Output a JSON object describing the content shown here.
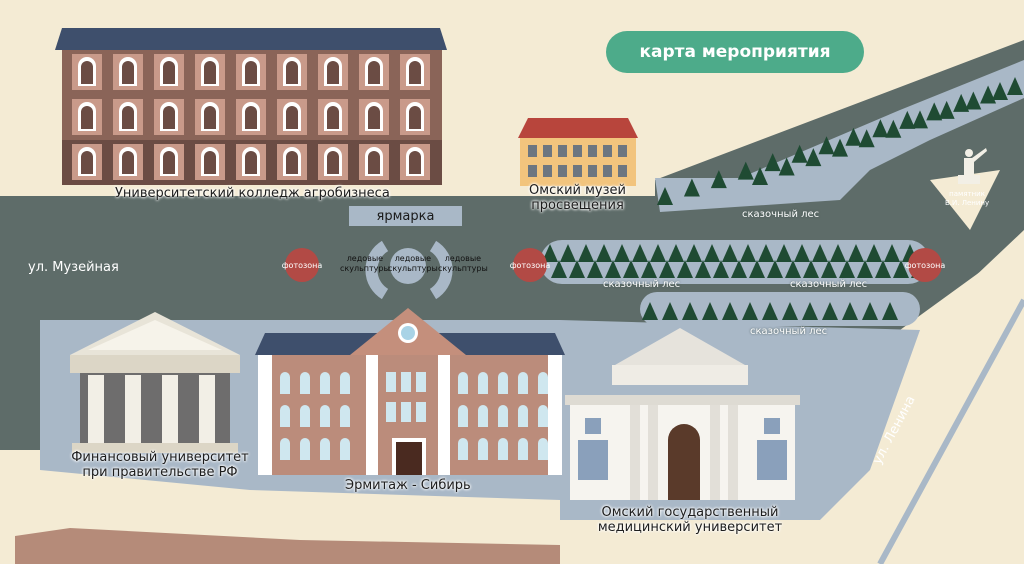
{
  "title": "карта мероприятия",
  "colors": {
    "background": "#f4ebd4",
    "road": "#5e6c69",
    "plaza": "#a9b8c7",
    "accent": "#4dab8a",
    "photo_zone": "#b24a45",
    "tree": "#1f4b33"
  },
  "streets": {
    "museum_street": "ул. Музейная",
    "lenin_street": "ул. Ленина"
  },
  "buildings": {
    "college": "Университетский колледж агробизнеса",
    "museum_line1": "Омский музей",
    "museum_line2": "просвещения",
    "finance_line1": "Финансовый университет",
    "finance_line2": "при правительстве РФ",
    "hermitage": "Эрмитаж - Сибирь",
    "medical_line1": "Омский государственный",
    "medical_line2": "медицинский университет"
  },
  "zones": {
    "fair": "ярмарка",
    "photo_zone": "фотозона",
    "ice_line1": "ледовые",
    "ice_line2": "скульптуры",
    "forest": "сказочный лес",
    "monument_line1": "памятник",
    "monument_line2": "В.И. Ленину"
  }
}
